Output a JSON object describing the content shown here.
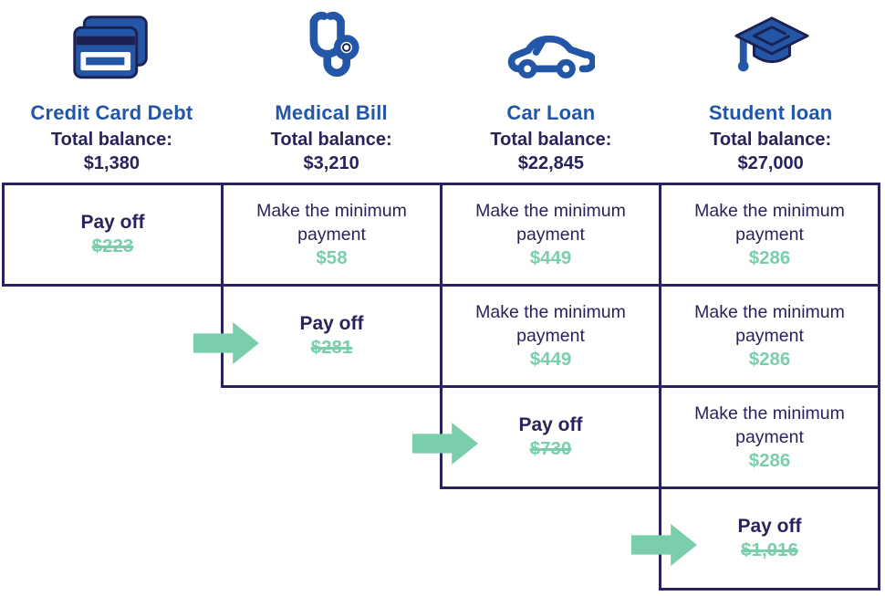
{
  "colors": {
    "navy": "#29235C",
    "blue": "#2456A8",
    "mint": "#7BCEAB",
    "background": "#FFFFFF"
  },
  "debts": [
    {
      "name": "Credit Card Debt",
      "icon": "credit-card-icon",
      "balance_label": "Total balance:",
      "balance": "$1,380"
    },
    {
      "name": "Medical Bill",
      "icon": "stethoscope-icon",
      "balance_label": "Total balance:",
      "balance": "$3,210"
    },
    {
      "name": "Car Loan",
      "icon": "car-icon",
      "balance_label": "Total balance:",
      "balance": "$22,845"
    },
    {
      "name": "Student loan",
      "icon": "graduation-cap-icon",
      "balance_label": "Total balance:",
      "balance": "$27,000"
    }
  ],
  "payment_grid": {
    "rows": [
      {
        "step": 1,
        "cells": [
          {
            "column": "Credit Card Debt",
            "action": "Pay off",
            "amount": "$223",
            "paid_off": true,
            "arrow": false
          },
          {
            "column": "Medical Bill",
            "action": "Make the minimum payment",
            "amount": "$58",
            "paid_off": false,
            "arrow": false
          },
          {
            "column": "Car Loan",
            "action": "Make the minimum payment",
            "amount": "$449",
            "paid_off": false,
            "arrow": false
          },
          {
            "column": "Student loan",
            "action": "Make the minimum payment",
            "amount": "$286",
            "paid_off": false,
            "arrow": false
          }
        ]
      },
      {
        "step": 2,
        "cells": [
          {
            "column": "Medical Bill",
            "action": "Pay off",
            "amount": "$281",
            "paid_off": true,
            "arrow": true
          },
          {
            "column": "Car Loan",
            "action": "Make the minimum payment",
            "amount": "$449",
            "paid_off": false,
            "arrow": false
          },
          {
            "column": "Student loan",
            "action": "Make the minimum payment",
            "amount": "$286",
            "paid_off": false,
            "arrow": false
          }
        ]
      },
      {
        "step": 3,
        "cells": [
          {
            "column": "Car Loan",
            "action": "Pay off",
            "amount": "$730",
            "paid_off": true,
            "arrow": true
          },
          {
            "column": "Student loan",
            "action": "Make the minimum payment",
            "amount": "$286",
            "paid_off": false,
            "arrow": false
          }
        ]
      },
      {
        "step": 4,
        "cells": [
          {
            "column": "Student loan",
            "action": "Pay off",
            "amount": "$1,016",
            "paid_off": true,
            "arrow": true
          }
        ]
      }
    ]
  }
}
